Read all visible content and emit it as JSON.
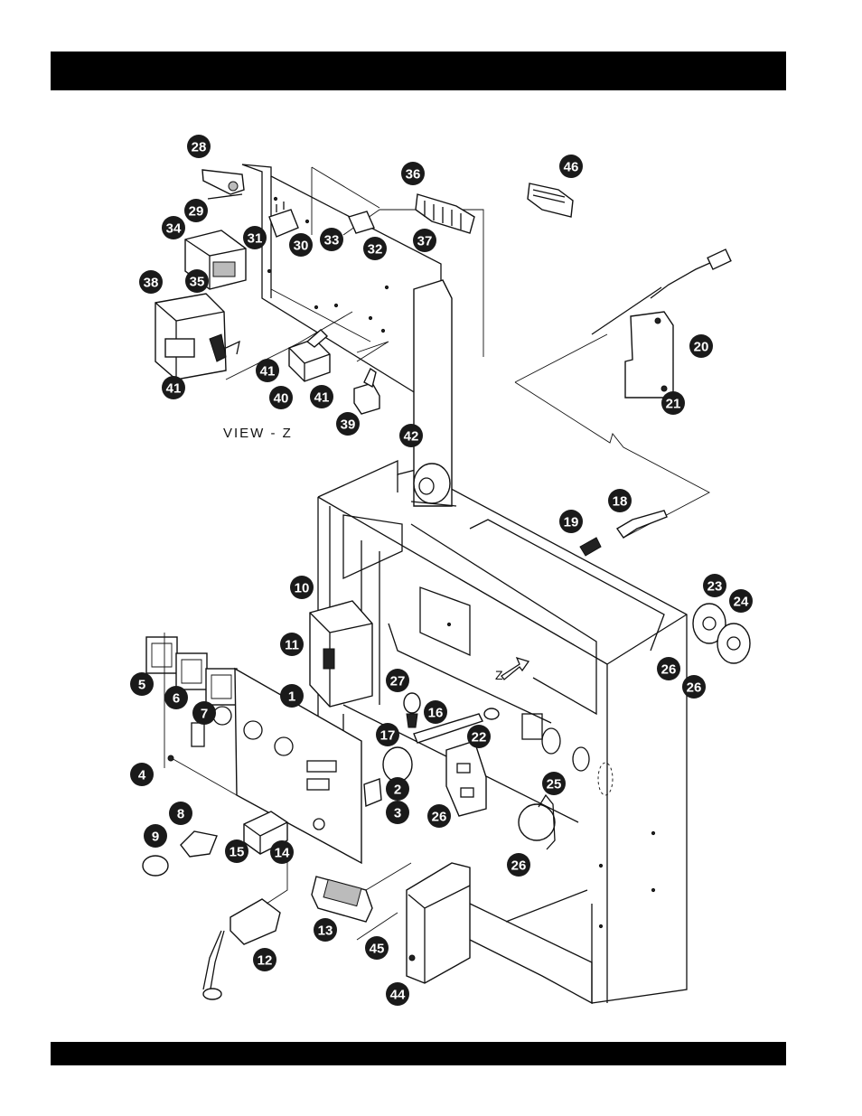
{
  "header": {
    "title": ""
  },
  "footer": {
    "text": ""
  },
  "diagram": {
    "view_label": "VIEW - Z",
    "z_marker": "Z",
    "callouts": [
      {
        "id": "28",
        "text": "28"
      },
      {
        "id": "29",
        "text": "29"
      },
      {
        "id": "34",
        "text": "34"
      },
      {
        "id": "31",
        "text": "31"
      },
      {
        "id": "30",
        "text": "30"
      },
      {
        "id": "33",
        "text": "33"
      },
      {
        "id": "32",
        "text": "32"
      },
      {
        "id": "36",
        "text": "36"
      },
      {
        "id": "37",
        "text": "37"
      },
      {
        "id": "46",
        "text": "46"
      },
      {
        "id": "35",
        "text": "35"
      },
      {
        "id": "38",
        "text": "38"
      },
      {
        "id": "41a",
        "text": "41"
      },
      {
        "id": "41b",
        "text": "41"
      },
      {
        "id": "40",
        "text": "40"
      },
      {
        "id": "41c",
        "text": "41"
      },
      {
        "id": "39",
        "text": "39"
      },
      {
        "id": "20",
        "text": "20"
      },
      {
        "id": "21",
        "text": "21"
      },
      {
        "id": "42",
        "text": "42"
      },
      {
        "id": "18",
        "text": "18"
      },
      {
        "id": "19",
        "text": "19"
      },
      {
        "id": "10",
        "text": "10"
      },
      {
        "id": "11",
        "text": "11"
      },
      {
        "id": "23",
        "text": "23"
      },
      {
        "id": "24",
        "text": "24"
      },
      {
        "id": "26a",
        "text": "26"
      },
      {
        "id": "26b",
        "text": "26"
      },
      {
        "id": "5",
        "text": "5"
      },
      {
        "id": "6",
        "text": "6"
      },
      {
        "id": "1",
        "text": "1"
      },
      {
        "id": "27",
        "text": "27"
      },
      {
        "id": "7",
        "text": "7"
      },
      {
        "id": "16",
        "text": "16"
      },
      {
        "id": "17",
        "text": "17"
      },
      {
        "id": "22",
        "text": "22"
      },
      {
        "id": "4",
        "text": "4"
      },
      {
        "id": "25",
        "text": "25"
      },
      {
        "id": "2",
        "text": "2"
      },
      {
        "id": "3",
        "text": "3"
      },
      {
        "id": "26c",
        "text": "26"
      },
      {
        "id": "8",
        "text": "8"
      },
      {
        "id": "15",
        "text": "15"
      },
      {
        "id": "14",
        "text": "14"
      },
      {
        "id": "26d",
        "text": "26"
      },
      {
        "id": "9",
        "text": "9"
      },
      {
        "id": "13",
        "text": "13"
      },
      {
        "id": "12",
        "text": "12"
      },
      {
        "id": "45",
        "text": "45"
      },
      {
        "id": "44",
        "text": "44"
      }
    ]
  }
}
